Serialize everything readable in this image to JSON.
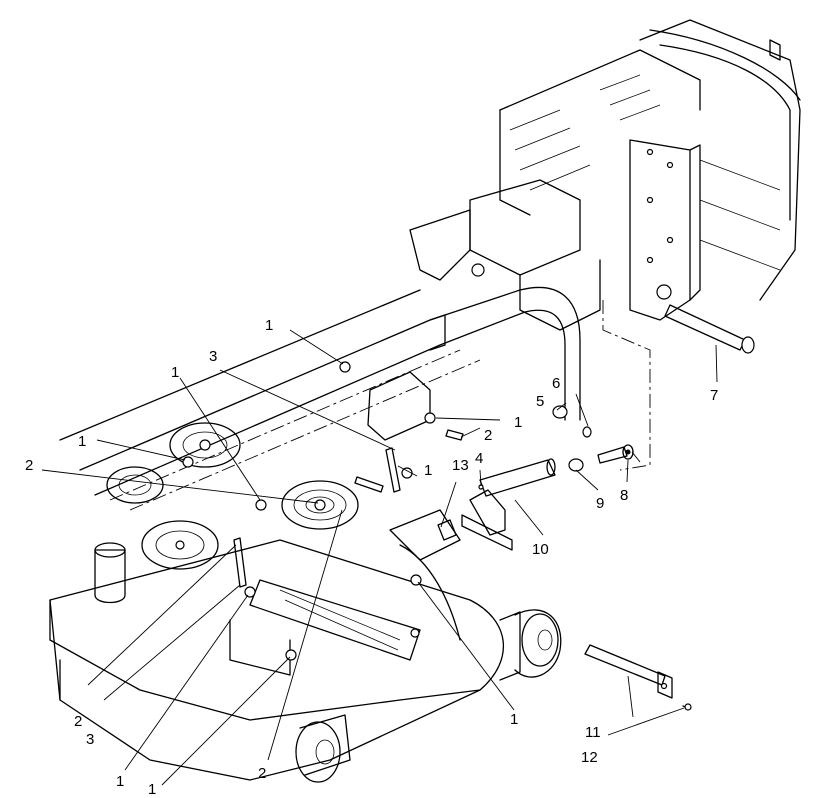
{
  "callouts": [
    {
      "id": "c1a",
      "text": "1"
    },
    {
      "id": "c1b",
      "text": "1"
    },
    {
      "id": "c1c",
      "text": "1"
    },
    {
      "id": "c1d",
      "text": "1"
    },
    {
      "id": "c1e",
      "text": "1"
    },
    {
      "id": "c1f",
      "text": "1"
    },
    {
      "id": "c1g",
      "text": "1"
    },
    {
      "id": "c1h",
      "text": "1"
    },
    {
      "id": "c2a",
      "text": "2"
    },
    {
      "id": "c2b",
      "text": "2"
    },
    {
      "id": "c2c",
      "text": "2"
    },
    {
      "id": "c2d",
      "text": "2"
    },
    {
      "id": "c3a",
      "text": "3"
    },
    {
      "id": "c3b",
      "text": "3"
    },
    {
      "id": "c4",
      "text": "4"
    },
    {
      "id": "c5",
      "text": "5"
    },
    {
      "id": "c6",
      "text": "6"
    },
    {
      "id": "c7",
      "text": "7"
    },
    {
      "id": "c8",
      "text": "8"
    },
    {
      "id": "c9",
      "text": "9"
    },
    {
      "id": "c10",
      "text": "10"
    },
    {
      "id": "c11",
      "text": "11"
    },
    {
      "id": "c12",
      "text": "12"
    },
    {
      "id": "c13",
      "text": "13"
    }
  ]
}
